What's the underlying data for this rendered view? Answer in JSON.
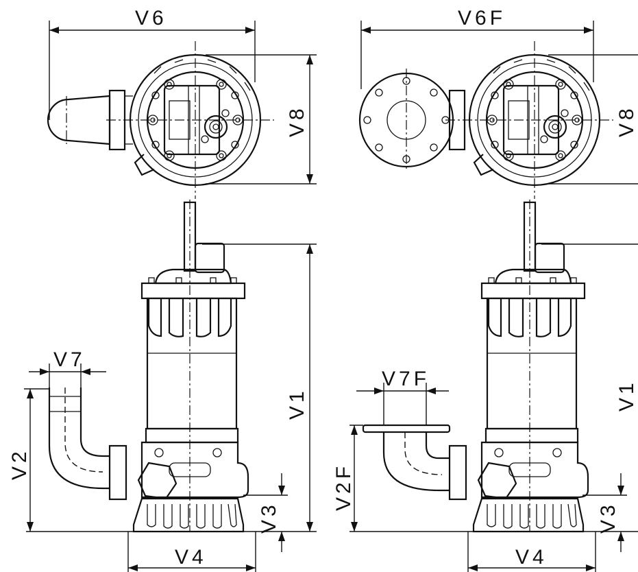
{
  "labels": {
    "v6": "V6",
    "v6f": "V6F",
    "v8_left": "V8",
    "v8_right": "V8",
    "v7": "V7",
    "v7f": "V7F",
    "v1_left": "V1",
    "v1_right": "V1",
    "v2": "V2",
    "v2f": "V2F",
    "v3_left": "V3",
    "v3_right": "V3",
    "v4_left": "V4",
    "v4_right": "V4"
  }
}
